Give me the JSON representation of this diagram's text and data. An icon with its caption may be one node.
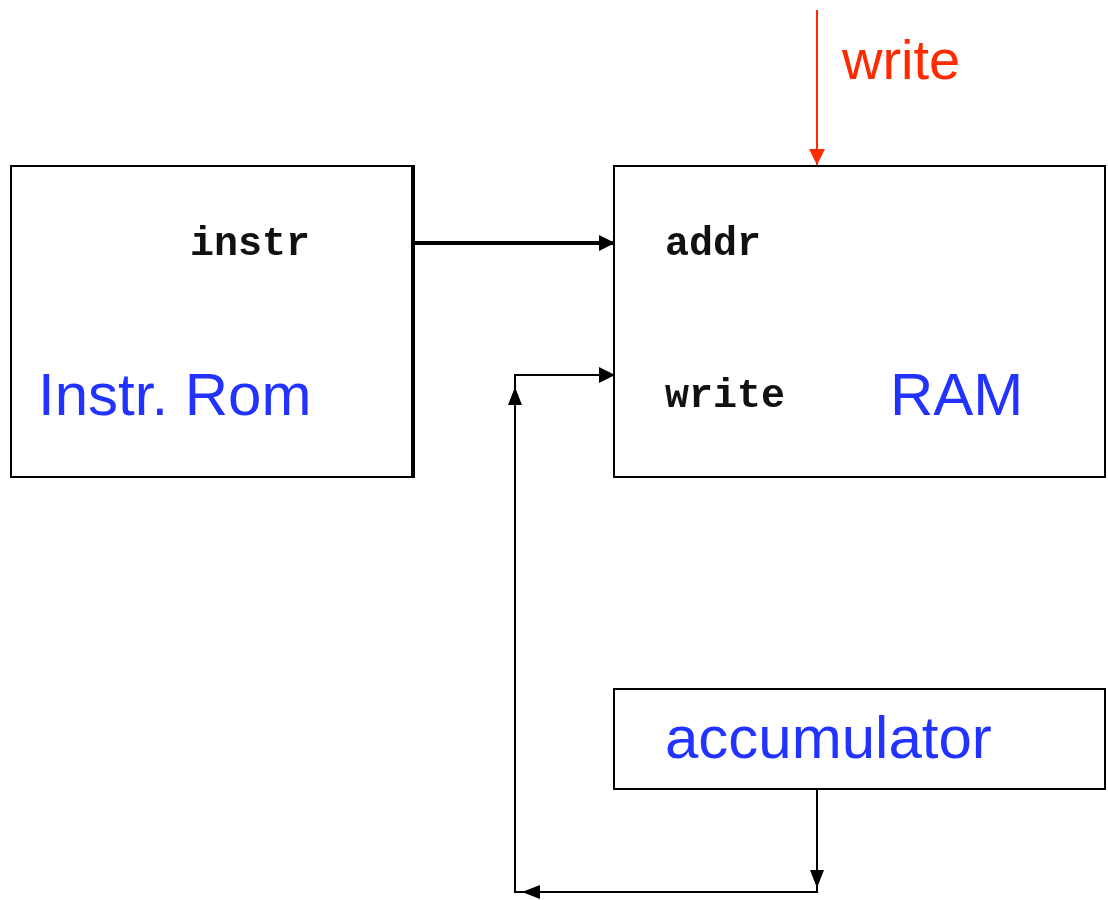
{
  "diagram": {
    "nodes": [
      {
        "text": [
          "Instr. Rom"
        ]
      },
      {
        "text": [
          "instr"
        ],
        "in": 0
      },
      {
        "text": [
          "RAM"
        ]
      },
      {
        "text": [
          "addr"
        ],
        "in": 2
      },
      {
        "text": [
          "write"
        ],
        "in": 2
      },
      {
        "text": [
          "accumulator"
        ]
      }
    ],
    "edges": [
      {
        "from": 0,
        "to": 3,
        "arrow": "to",
        "style": "thick"
      },
      {
        "from": 5,
        "to": 4,
        "arrow": "to"
      },
      {
        "from": null,
        "to": 2,
        "arrow": "to",
        "label": "write",
        "color": "#ff2a00"
      }
    ]
  }
}
